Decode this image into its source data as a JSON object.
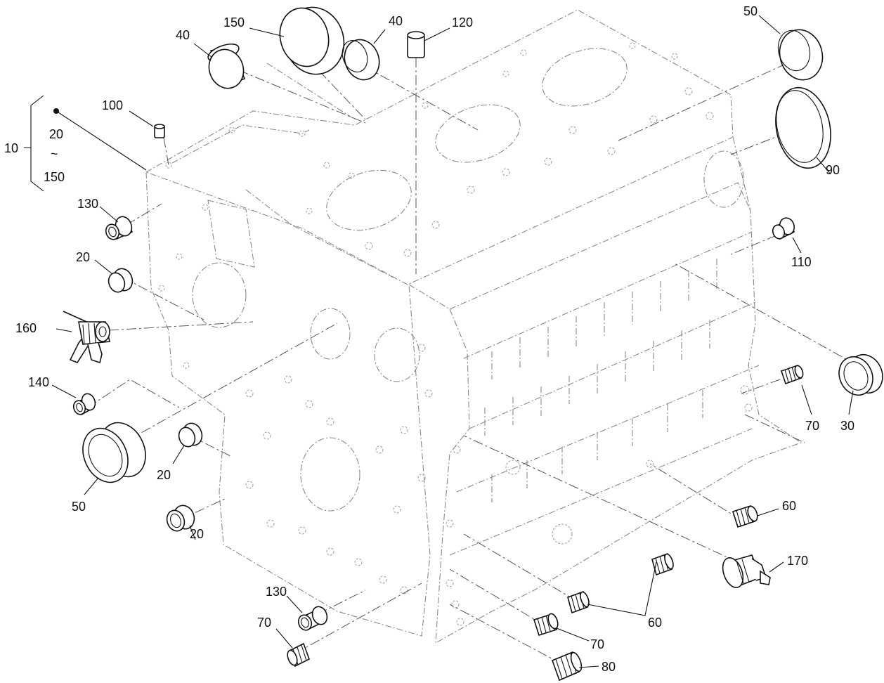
{
  "diagram": {
    "group": {
      "id": "10",
      "range_from": "20",
      "range_sep": "~",
      "range_to": "150"
    },
    "callouts": [
      {
        "key": "c40a",
        "text": "40"
      },
      {
        "key": "c150",
        "text": "150"
      },
      {
        "key": "c40b",
        "text": "40"
      },
      {
        "key": "c120",
        "text": "120"
      },
      {
        "key": "c50a",
        "text": "50"
      },
      {
        "key": "c100",
        "text": "100"
      },
      {
        "key": "c90",
        "text": "90"
      },
      {
        "key": "c130a",
        "text": "130"
      },
      {
        "key": "c110",
        "text": "110"
      },
      {
        "key": "c20a",
        "text": "20"
      },
      {
        "key": "c160",
        "text": "160"
      },
      {
        "key": "c140",
        "text": "140"
      },
      {
        "key": "c70a",
        "text": "70"
      },
      {
        "key": "c30",
        "text": "30"
      },
      {
        "key": "c20b",
        "text": "20"
      },
      {
        "key": "c50b",
        "text": "50"
      },
      {
        "key": "c60a",
        "text": "60"
      },
      {
        "key": "c20c",
        "text": "20"
      },
      {
        "key": "c170",
        "text": "170"
      },
      {
        "key": "c130b",
        "text": "130"
      },
      {
        "key": "c60b",
        "text": "60"
      },
      {
        "key": "c70b",
        "text": "70"
      },
      {
        "key": "c70c",
        "text": "70"
      },
      {
        "key": "c80",
        "text": "80"
      }
    ]
  }
}
